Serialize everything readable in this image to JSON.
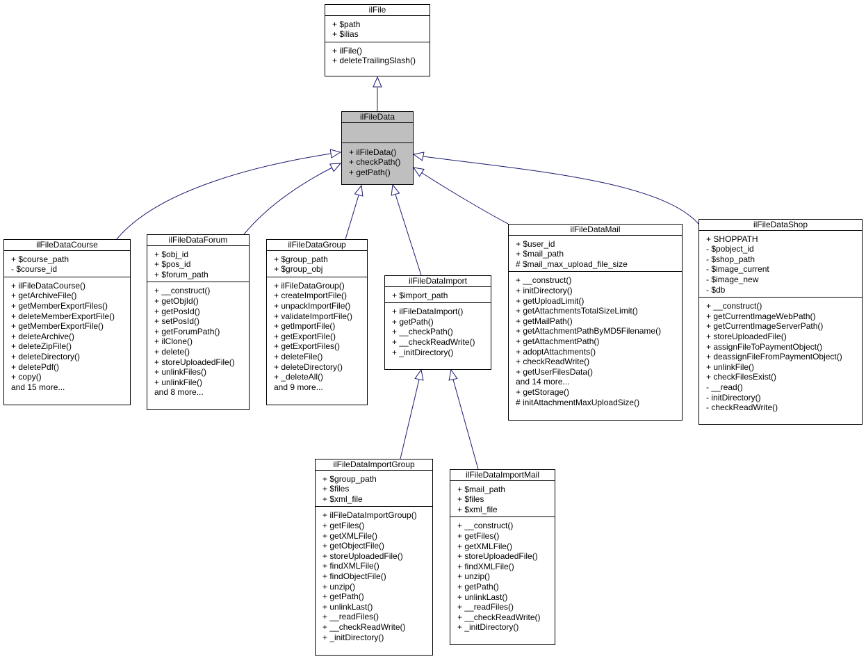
{
  "classes": {
    "ilFile": {
      "title": "ilFile",
      "attributes": [
        "+ $path",
        "+ $ilias"
      ],
      "methods": [
        "+ ilFile()",
        "+ deleteTrailingSlash()"
      ]
    },
    "ilFileData": {
      "title": "ilFileData",
      "attributes": [],
      "methods": [
        "+ ilFileData()",
        "+ checkPath()",
        "+ getPath()"
      ]
    },
    "ilFileDataCourse": {
      "title": "ilFileDataCourse",
      "attributes": [
        "+ $course_path",
        "- $course_id"
      ],
      "methods": [
        "+ ilFileDataCourse()",
        "+ getArchiveFile()",
        "+ getMemberExportFiles()",
        "+ deleteMemberExportFile()",
        "+ getMemberExportFile()",
        "+ deleteArchive()",
        "+ deleteZipFile()",
        "+ deleteDirectory()",
        "+ deletePdf()",
        "+ copy()",
        "and 15 more..."
      ]
    },
    "ilFileDataForum": {
      "title": "ilFileDataForum",
      "attributes": [
        "+ $obj_id",
        "+ $pos_id",
        "+ $forum_path"
      ],
      "methods": [
        "+ __construct()",
        "+ getObjId()",
        "+ getPosId()",
        "+ setPosId()",
        "+ getForumPath()",
        "+ ilClone()",
        "+ delete()",
        "+ storeUploadedFile()",
        "+ unlinkFiles()",
        "+ unlinkFile()",
        "and 8 more..."
      ]
    },
    "ilFileDataGroup": {
      "title": "ilFileDataGroup",
      "attributes": [
        "+ $group_path",
        "+ $group_obj"
      ],
      "methods": [
        "+ ilFileDataGroup()",
        "+ createImportFile()",
        "+ unpackImportFile()",
        "+ validateImportFile()",
        "+ getImportFile()",
        "+ getExportFile()",
        "+ getExportFiles()",
        "+ deleteFile()",
        "+ deleteDirectory()",
        "+ _deleteAll()",
        "and 9 more..."
      ]
    },
    "ilFileDataImport": {
      "title": "ilFileDataImport",
      "attributes": [
        "+ $import_path"
      ],
      "methods": [
        "+ ilFileDataImport()",
        "+ getPath()",
        "+ __checkPath()",
        "+ __checkReadWrite()",
        "+ _initDirectory()"
      ]
    },
    "ilFileDataMail": {
      "title": "ilFileDataMail",
      "attributes": [
        "+ $user_id",
        "+ $mail_path",
        "# $mail_max_upload_file_size"
      ],
      "methods": [
        "+ __construct()",
        "+ initDirectory()",
        "+ getUploadLimit()",
        "+ getAttachmentsTotalSizeLimit()",
        "+ getMailPath()",
        "+ getAttachmentPathByMD5Filename()",
        "+ getAttachmentPath()",
        "+ adoptAttachments()",
        "+ checkReadWrite()",
        "+ getUserFilesData()",
        "and 14 more...",
        "+ getStorage()",
        "# initAttachmentMaxUploadSize()"
      ]
    },
    "ilFileDataShop": {
      "title": "ilFileDataShop",
      "attributes": [
        "+ SHOPPATH",
        "- $pobject_id",
        "- $shop_path",
        "- $image_current",
        "- $image_new",
        "- $db"
      ],
      "methods": [
        "+ __construct()",
        "+ getCurrentImageWebPath()",
        "+ getCurrentImageServerPath()",
        "+ storeUploadedFile()",
        "+ assignFileToPaymentObject()",
        "+ deassignFileFromPaymentObject()",
        "+ unlinkFile()",
        "+ checkFilesExist()",
        "- __read()",
        "- initDirectory()",
        "- checkReadWrite()"
      ]
    },
    "ilFileDataImportGroup": {
      "title": "ilFileDataImportGroup",
      "attributes": [
        "+ $group_path",
        "+ $files",
        "+ $xml_file"
      ],
      "methods": [
        "+ ilFileDataImportGroup()",
        "+ getFiles()",
        "+ getXMLFile()",
        "+ getObjectFile()",
        "+ storeUploadedFile()",
        "+ findXMLFile()",
        "+ findObjectFile()",
        "+ unzip()",
        "+ getPath()",
        "+ unlinkLast()",
        "+ __readFiles()",
        "+ __checkReadWrite()",
        "+ _initDirectory()"
      ]
    },
    "ilFileDataImportMail": {
      "title": "ilFileDataImportMail",
      "attributes": [
        "+ $mail_path",
        "+ $files",
        "+ $xml_file"
      ],
      "methods": [
        "+ __construct()",
        "+ getFiles()",
        "+ getXMLFile()",
        "+ storeUploadedFile()",
        "+ findXMLFile()",
        "+ unzip()",
        "+ getPath()",
        "+ unlinkLast()",
        "+ __readFiles()",
        "+ __checkReadWrite()",
        "+ _initDirectory()"
      ]
    }
  },
  "colors": {
    "edge": "#191970",
    "focus_fill": "#bfbfbf",
    "box_fill": "#ffffff"
  }
}
